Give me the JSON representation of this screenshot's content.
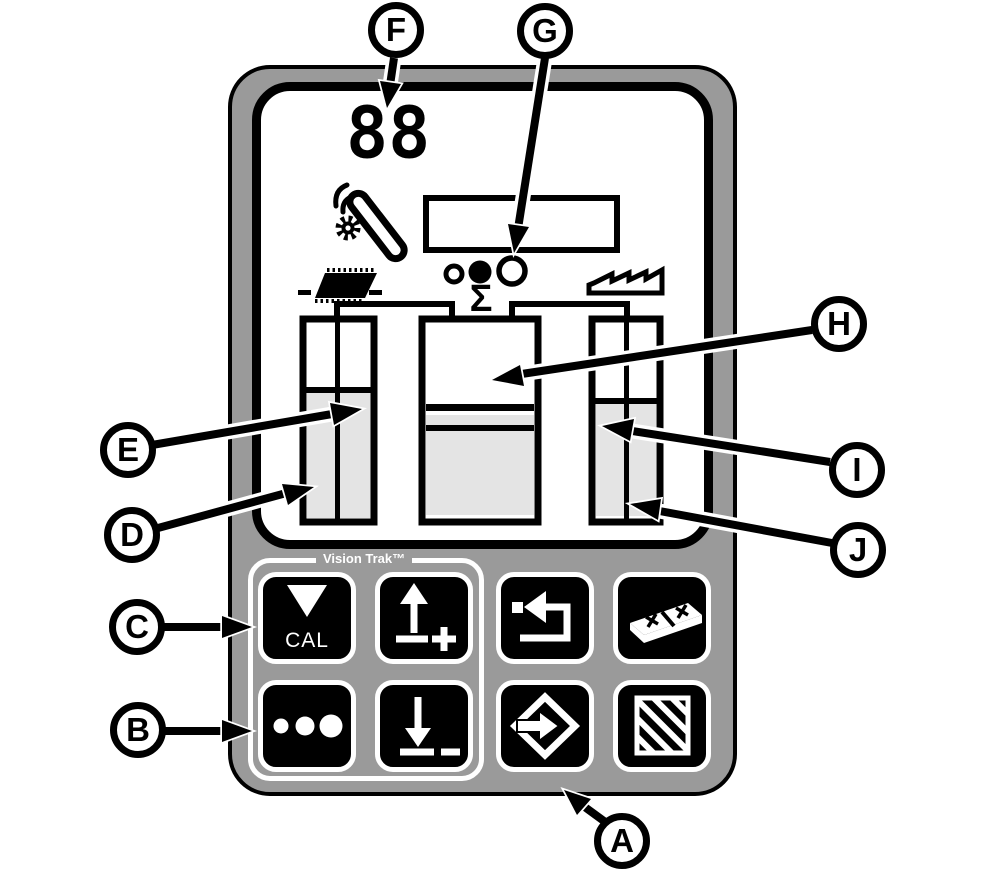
{
  "figure": {
    "type": "planter-monitor-callout-diagram",
    "colors": {
      "panel_gray": "#9a9a9a",
      "bar_fill_gray": "#e4e4e4",
      "screen_white": "#ffffff",
      "key_black": "#000000"
    }
  },
  "device": {
    "display": {
      "counter_value": "88",
      "sum_symbol": "Σ",
      "icons": [
        "seed-sensor-icon",
        "status-box",
        "hatched-row-icon",
        "sawtooth-rate-icon"
      ],
      "indicator_circles": [
        "small-open",
        "medium-filled",
        "large-open"
      ],
      "bars": {
        "left": {
          "style": "split-column",
          "fill_percent": 64
        },
        "center": {
          "style": "sum-column",
          "fill_percent": 43,
          "target_band": true
        },
        "right": {
          "style": "split-column",
          "fill_percent": 58
        }
      }
    },
    "keypad": {
      "group_label": "Vision Trak™",
      "keys": [
        {
          "id": "cal",
          "label": "CAL",
          "icon": "down-triangle-cal-icon"
        },
        {
          "id": "increment",
          "icon": "up-arrow-plus-icon"
        },
        {
          "id": "recall",
          "icon": "return-arrow-icon"
        },
        {
          "id": "area",
          "icon": "field-map-icon"
        },
        {
          "id": "row-select",
          "icon": "three-dots-icon"
        },
        {
          "id": "decrement",
          "icon": "down-arrow-minus-icon"
        },
        {
          "id": "enter",
          "icon": "enter-diamond-icon"
        },
        {
          "id": "display",
          "icon": "hatched-square-icon"
        }
      ]
    }
  },
  "callouts": [
    {
      "label": "A"
    },
    {
      "label": "B"
    },
    {
      "label": "C"
    },
    {
      "label": "D"
    },
    {
      "label": "E"
    },
    {
      "label": "F"
    },
    {
      "label": "G"
    },
    {
      "label": "H"
    },
    {
      "label": "I"
    },
    {
      "label": "J"
    }
  ]
}
